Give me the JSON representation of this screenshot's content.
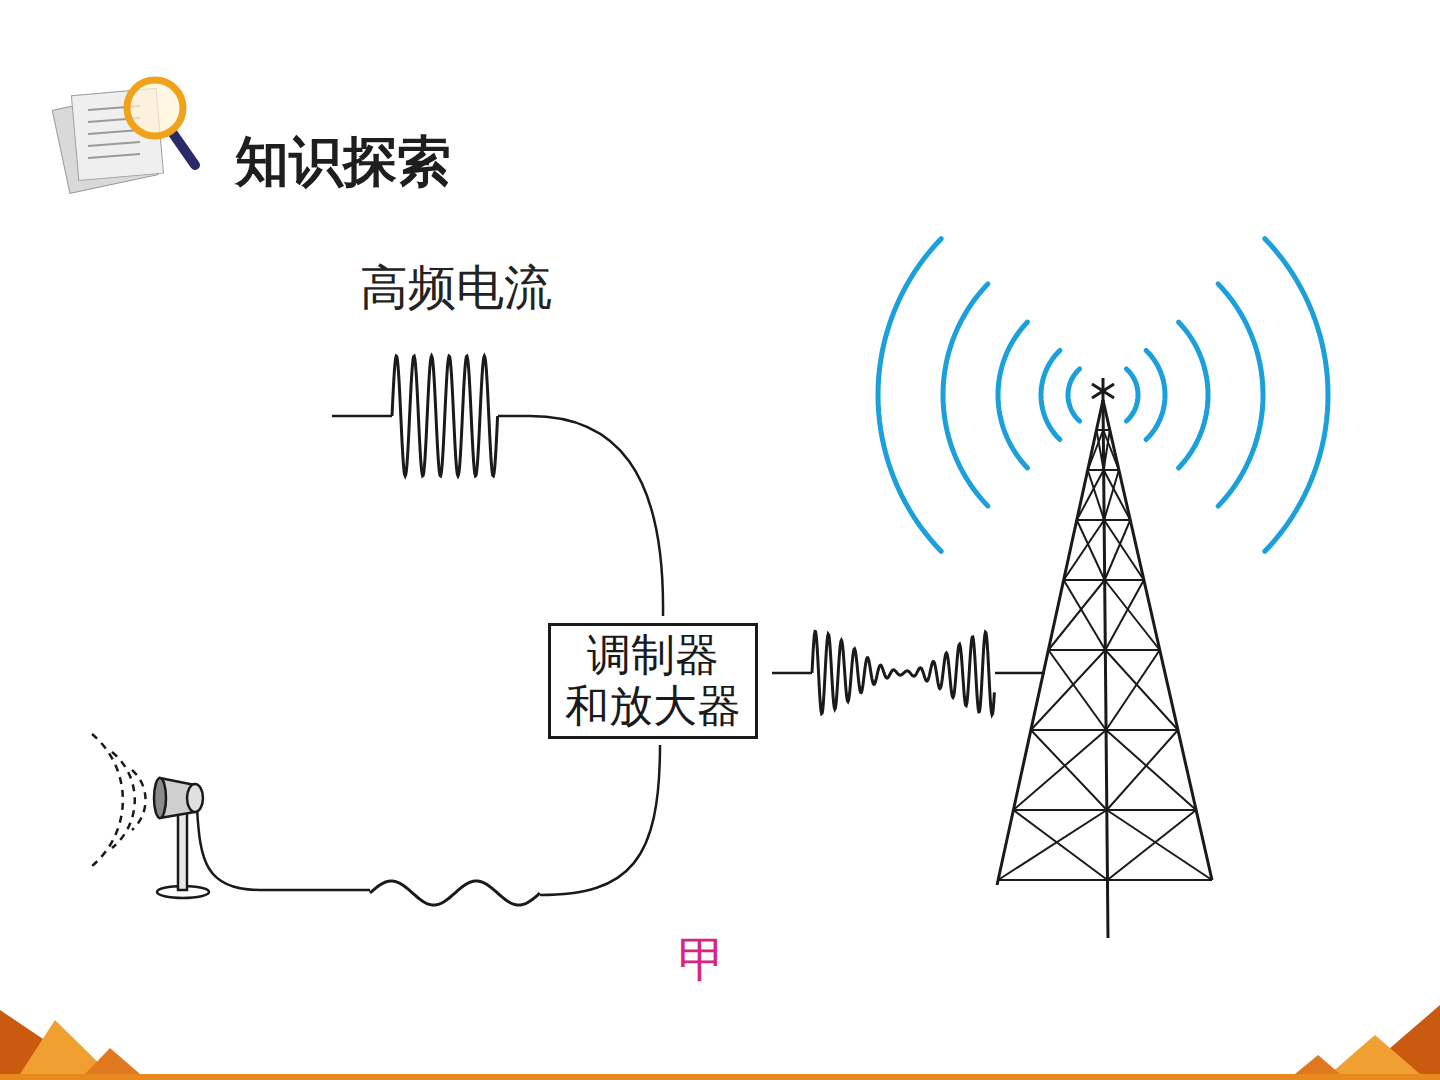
{
  "diagram": {
    "title": "知识探索",
    "caption": "甲",
    "nodes": [
      {
        "text": [
          "调制器 和放大器"
        ]
      }
    ],
    "labels": [
      "高频电流"
    ]
  }
}
